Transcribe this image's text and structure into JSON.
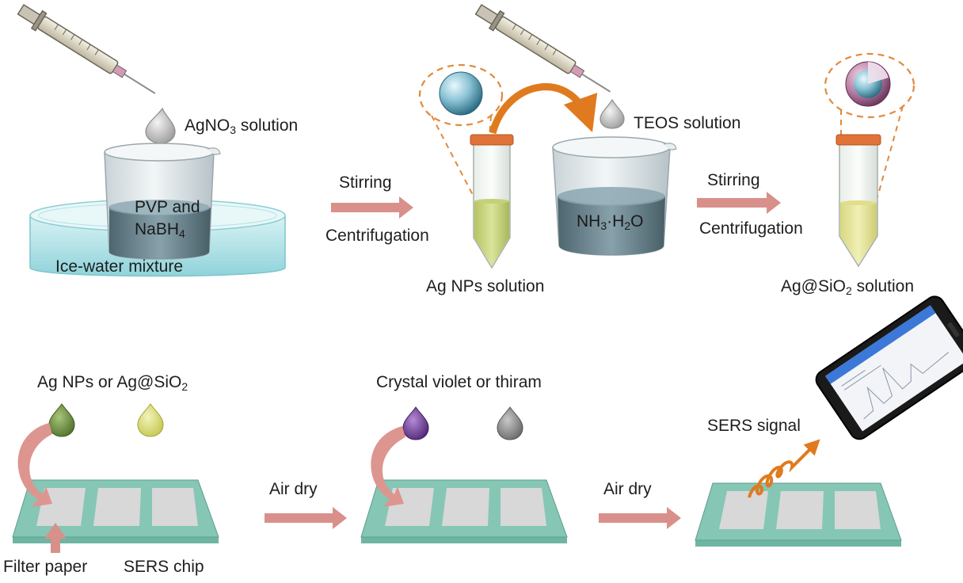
{
  "labels": {
    "agno3_main": "AgNO",
    "agno3_sub": "3",
    "agno3_tail": " solution",
    "pvp_line1": "PVP and",
    "pvp_line2_main": "NaBH",
    "pvp_line2_sub": "4",
    "ice_water": "Ice-water mixture",
    "stirring_1": "Stirring",
    "centrifugation_1": "Centrifugation",
    "ag_nps_solution": "Ag NPs solution",
    "teos_solution": "TEOS solution",
    "nh3_a": "NH",
    "nh3_a_sub": "3",
    "nh3_b": "·H",
    "nh3_b_sub": "2",
    "nh3_c": "O",
    "stirring_2": "Stirring",
    "centrifugation_2": "Centrifugation",
    "agsio2_main": "Ag@SiO",
    "agsio2_sub": "2",
    "agsio2_tail": " solution",
    "ag_nps_or_main": "Ag NPs or Ag@SiO",
    "ag_nps_or_sub": "2",
    "crystal_violet": "Crystal violet or thiram",
    "air_dry_1": "Air dry",
    "air_dry_2": "Air dry",
    "sers_signal": "SERS signal",
    "filter_paper": "Filter paper",
    "sers_chip": "SERS chip"
  },
  "colors": {
    "arrow": "#d9908a",
    "curved_arrow": "#dd958f",
    "orange_arrow": "#e07a1f",
    "dashed_orange": "#e08a3c",
    "chip_base": "#6fb5a3",
    "chip_paper": "#d8d8d8",
    "ice_water": "#b9e6ea",
    "beaker": "#dfe7ea",
    "solution_dark": "#5f7f8a",
    "ag_solution": "#cfd97e",
    "agsio2_solution": "#e6e59a",
    "drop_green": "#6b8a3a",
    "drop_yellow": "#d6d96a",
    "drop_violet": "#6a3a8f",
    "drop_gray": "#8a8a8a",
    "tube_cap": "#e0733a"
  }
}
